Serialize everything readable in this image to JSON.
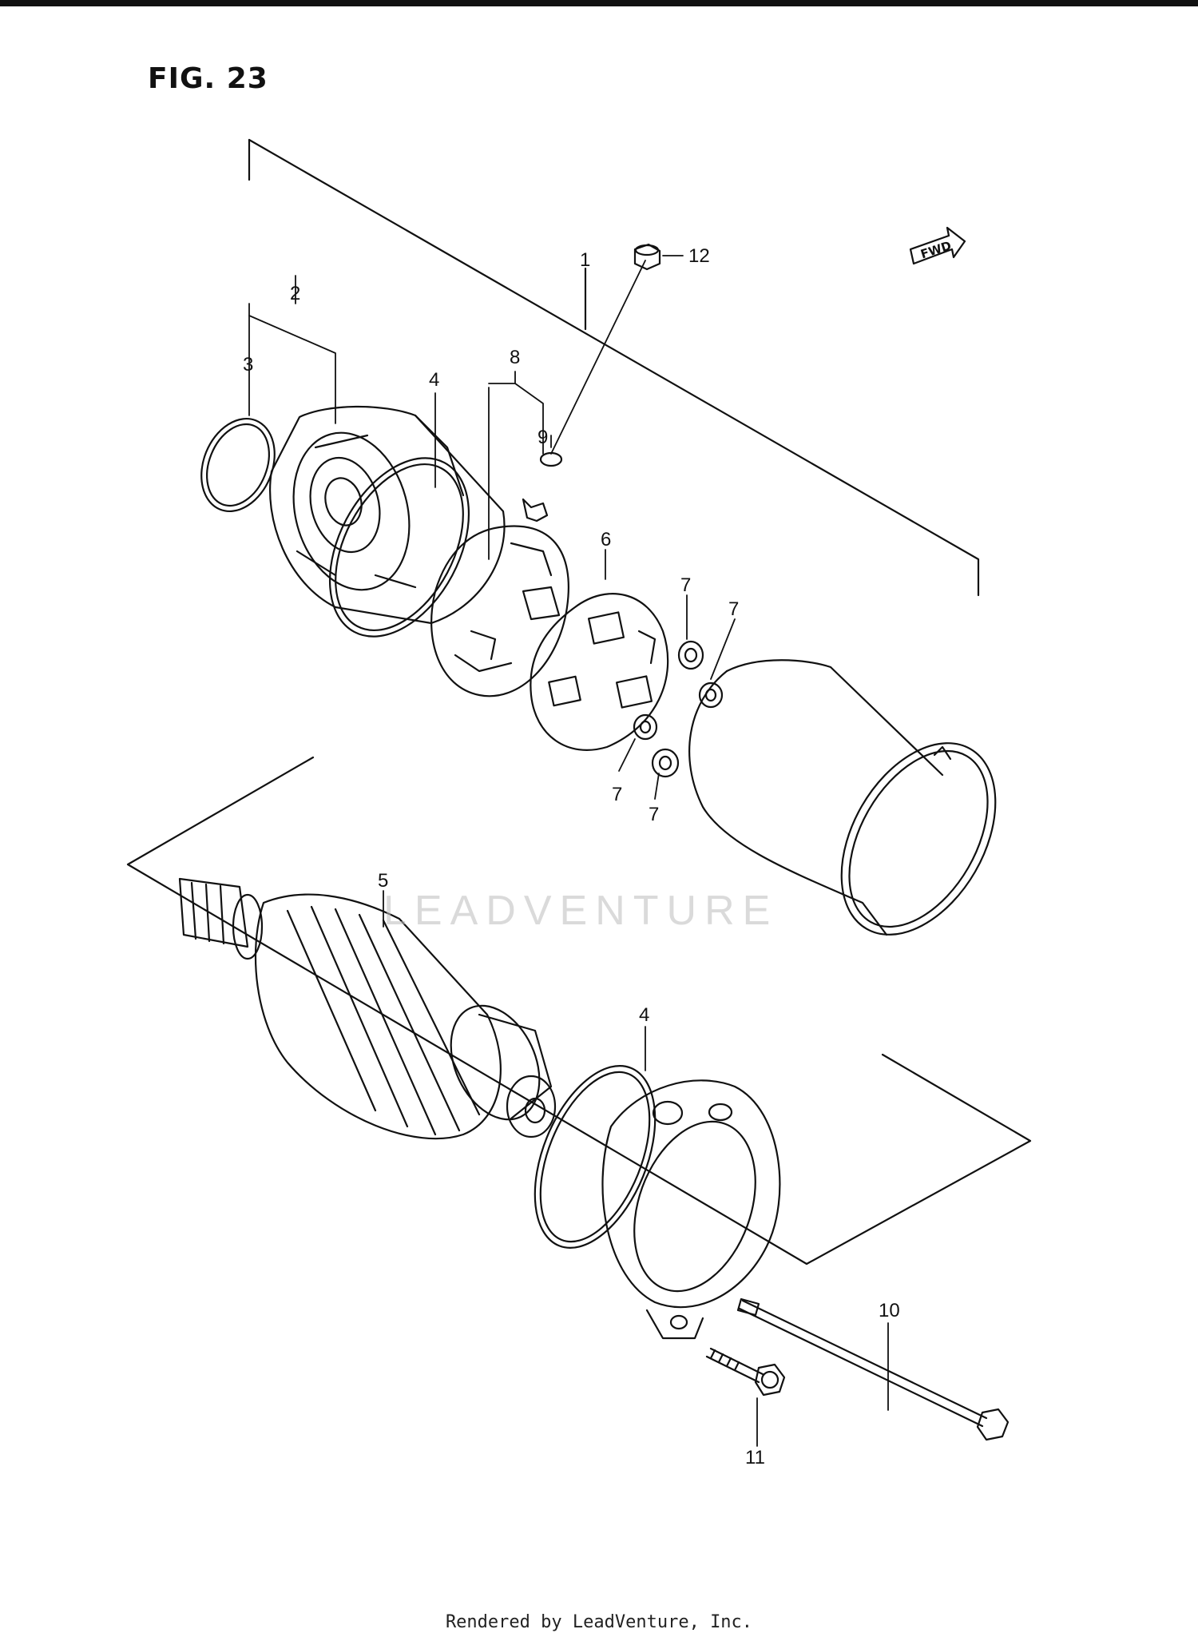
{
  "figure": {
    "title": "FIG. 23"
  },
  "fwd_marker": {
    "label": "FWD"
  },
  "callouts": [
    "1",
    "2",
    "3",
    "4",
    "5",
    "6",
    "7",
    "8",
    "9",
    "10",
    "11",
    "12",
    "7",
    "7",
    "7",
    "4"
  ],
  "watermark": "LEADVENTURE",
  "footer": "Rendered by LeadVenture, Inc."
}
